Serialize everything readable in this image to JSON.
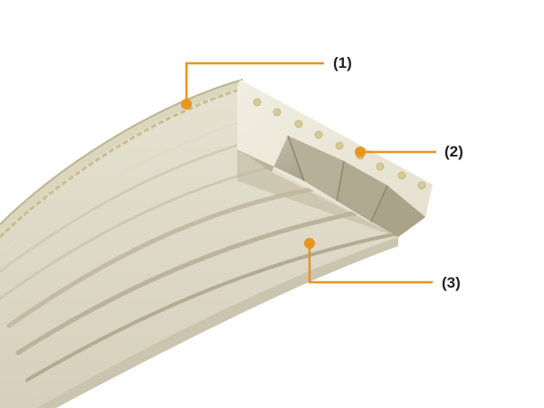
{
  "callouts": [
    {
      "label": "(1)"
    },
    {
      "label": "(2)"
    },
    {
      "label": "(3)"
    }
  ],
  "colors": {
    "callout_line": "#E8951E",
    "belt_top": "#E7E3D2",
    "belt_side": "#DAD5C2",
    "belt_shadow": "#C9C2AE",
    "rib_dark": "#9A917C",
    "cord": "#D6CFA4",
    "label_text": "#1F1F1F"
  }
}
